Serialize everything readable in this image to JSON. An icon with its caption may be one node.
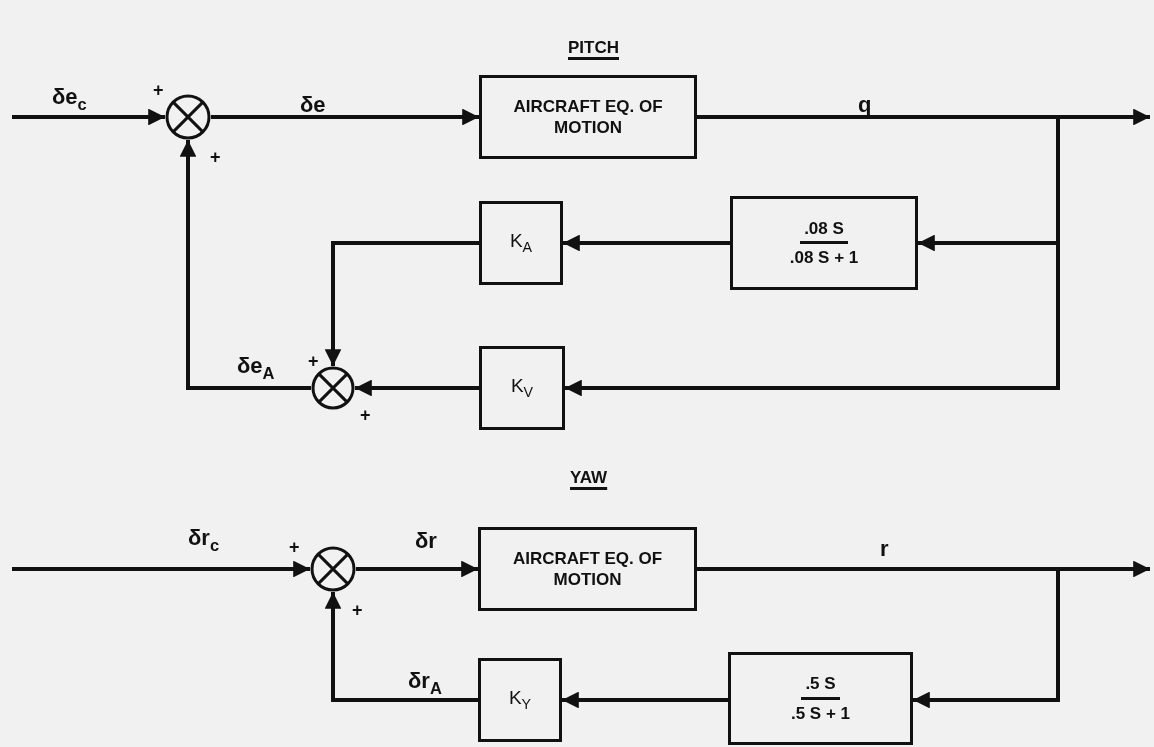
{
  "diagram": {
    "nodes": [
      {
        "text": [],
        "shape": "circle"
      },
      {
        "text": [
          "AIRCRAFT EQ. OF MOTION"
        ]
      },
      {
        "text": [
          ".08 S",
          ".08 S + 1"
        ]
      },
      {
        "text": [
          "K$_{A}$"
        ]
      },
      {
        "text": [],
        "shape": "circle"
      },
      {
        "text": [
          "K$_{V}$"
        ]
      },
      {
        "text": [
          "AIRCRAFT EQ. OF MOTION"
        ]
      },
      {
        "text": [],
        "shape": "circle"
      },
      {
        "text": [
          ".5 S",
          ".5 S + 1"
        ]
      },
      {
        "text": [
          "K$_{Y}$"
        ]
      }
    ],
    "edges": [
      {
        "from": null,
        "to": 0,
        "arrow": "to",
        "label": "δe$_{c}$"
      },
      {
        "from": 0,
        "to": 1,
        "arrow": "to",
        "label": "δe"
      },
      {
        "from": 1,
        "to": null,
        "arrow": "to",
        "label": "q"
      },
      {
        "from": 1,
        "to": 2,
        "arrow": "to"
      },
      {
        "from": 1,
        "to": 5,
        "arrow": "to"
      },
      {
        "from": 2,
        "to": 3,
        "arrow": "to"
      },
      {
        "from": 3,
        "to": 4,
        "arrow": "to"
      },
      {
        "from": 5,
        "to": 4,
        "arrow": "to"
      },
      {
        "from": 4,
        "to": 0,
        "arrow": "to",
        "label": "δe$_{A}$"
      },
      {
        "from": null,
        "to": 7,
        "arrow": "to",
        "label": "δr$_{c}$"
      },
      {
        "from": 7,
        "to": 6,
        "arrow": "to",
        "label": "δr"
      },
      {
        "from": 6,
        "to": null,
        "arrow": "to",
        "label": "r"
      },
      {
        "from": 6,
        "to": 8,
        "arrow": "to"
      },
      {
        "from": 8,
        "to": 9,
        "arrow": "to"
      },
      {
        "from": 9,
        "to": 7,
        "arrow": "to",
        "label": "δr$_{A}$"
      }
    ],
    "labels": [
      "PITCH",
      "+",
      "+",
      "+",
      "+",
      "YAW",
      "+",
      "+"
    ]
  }
}
